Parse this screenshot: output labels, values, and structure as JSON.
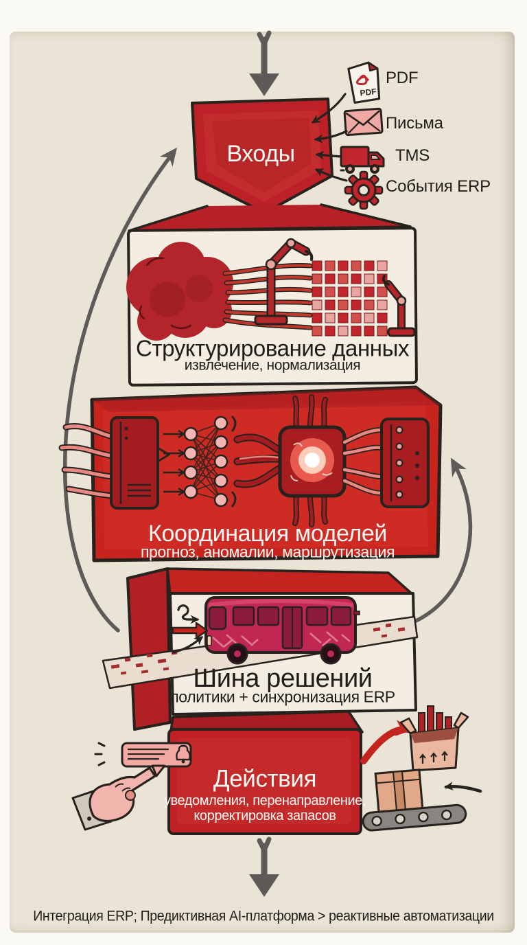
{
  "colors": {
    "red_box": "#bb2127",
    "red_bright": "#c8241e",
    "ink": "#27221d",
    "arrow_gray": "#5d5a57",
    "cream_bg": "#eae4d6",
    "bus_crimson": "#c02853",
    "pink_wire": "#e98983"
  },
  "stages": {
    "inputs": {
      "title": "Входы",
      "sources": [
        {
          "icon": "pdf-file-icon",
          "label": "PDF",
          "badge": "PDF"
        },
        {
          "icon": "envelope-icon",
          "label": "Письма"
        },
        {
          "icon": "truck-icon",
          "label": "TMS"
        },
        {
          "icon": "gear-icon",
          "label": "События ERP"
        }
      ]
    },
    "structuring": {
      "title": "Структурирование данных",
      "subtitle": "извлечение, нормализация"
    },
    "coordination": {
      "title": "Координация моделей",
      "subtitle": "прогноз, аномалии, маршрутизация"
    },
    "decision_bus": {
      "title": "Шина решений",
      "subtitle": "политики + синхронизация ERP"
    },
    "actions": {
      "title": "Действия",
      "subtitle_line1": "уведомления, перенаправление,",
      "subtitle_line2": "корректировка запасов"
    }
  },
  "footer": {
    "text": "Интеграция ERP; Предиктивная AI-платформа > реактивные автоматизации"
  }
}
